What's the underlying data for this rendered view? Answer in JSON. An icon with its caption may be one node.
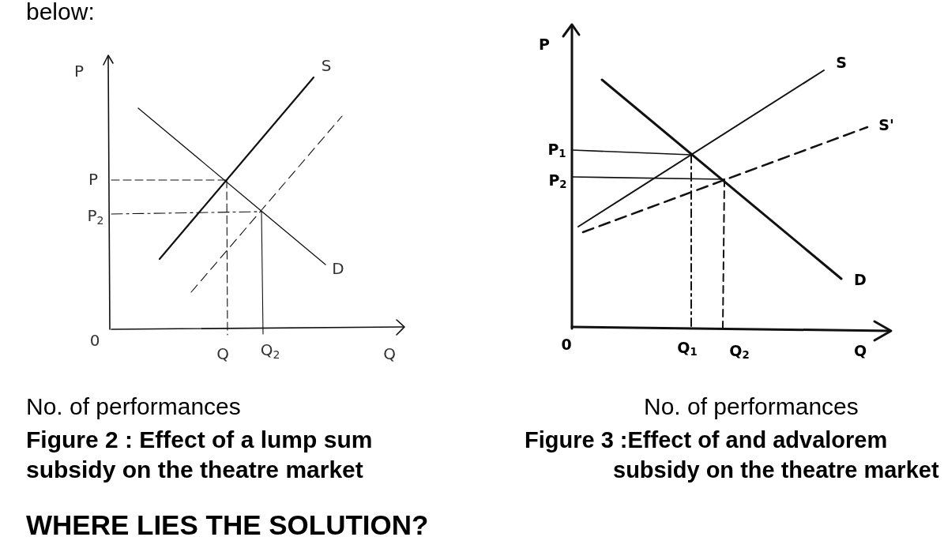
{
  "diagram": {
    "labels": [
      "below:",
      "P",
      "S",
      "P",
      "P$_{2}$",
      "D",
      "0",
      "Q",
      "Q$_{2}$",
      "Q",
      "No. of performances",
      "Figure 2 : Effect of a lump sum subsidy on the theatre market",
      "P",
      "S",
      "S'",
      "P$_{1}$",
      "P$_{2}$",
      "D",
      "0",
      "Q$_{1}$",
      "Q$_{2}$",
      "Q",
      "No. of performances",
      "Figure 3 :Effect of and advalorem subsidy on the theatre market",
      "WHERE LIES THE SOLUTION?"
    ]
  }
}
